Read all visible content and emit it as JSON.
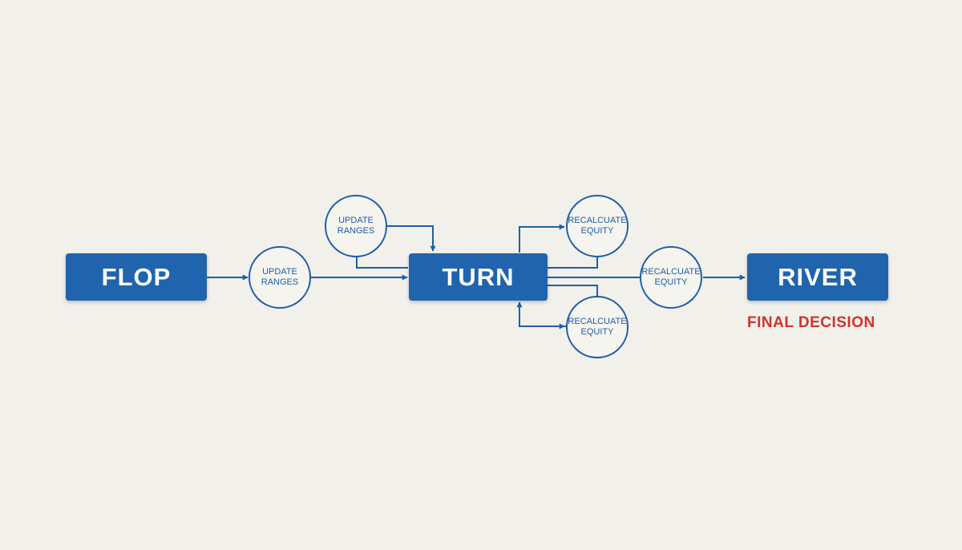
{
  "diagram": {
    "stages": {
      "flop": "FLOP",
      "turn": "TURN",
      "river": "RIVER"
    },
    "nodes": {
      "update_ranges_top": "UPDATE\nRANGES",
      "update_ranges_mid": "UPDATE\nRANGES",
      "recalc_equity_top": "RECALCUATE\nEQUITY",
      "recalc_equity_mid": "RECALCUATE\nEQUITY",
      "recalc_equity_bottom": "RECALCUATE\nEQUITY"
    },
    "river_caption": "FINAL DECISION"
  },
  "colors": {
    "background": "#f2f0eb",
    "stage_fill": "#1f64ad",
    "line": "#1f5ea8",
    "accent_red": "#d2312b"
  }
}
